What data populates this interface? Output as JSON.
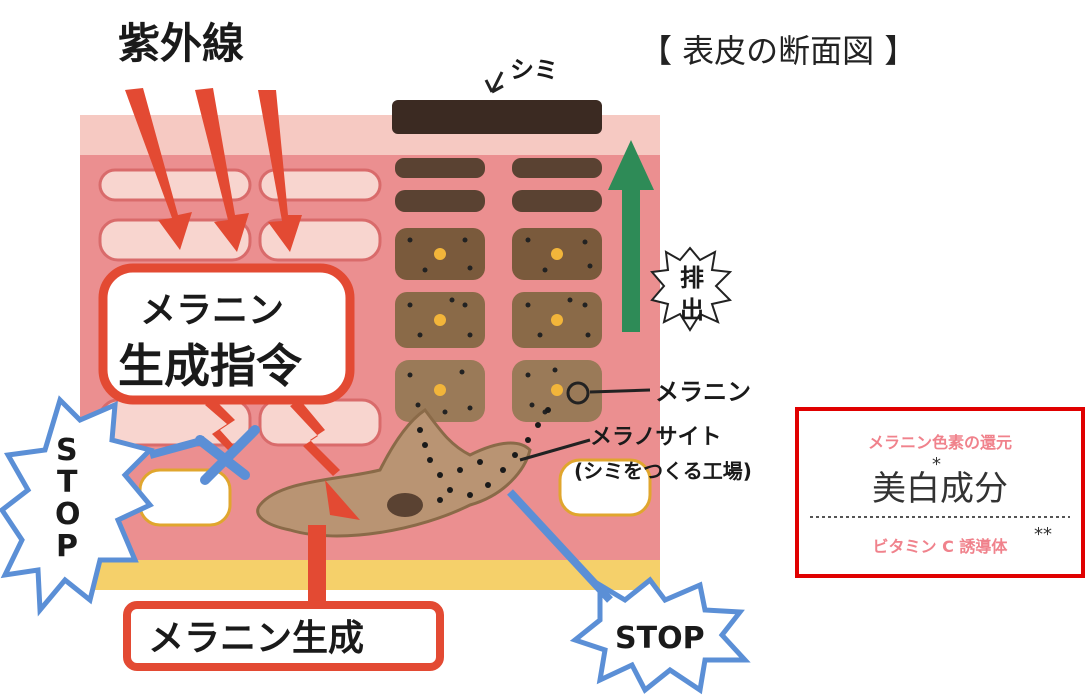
{
  "title": "【 表皮の断面図 】",
  "uv_label": "紫外線",
  "spot_label": "シミ",
  "excretion_label": [
    "排",
    "出"
  ],
  "melanin_label": "メラニン",
  "melanocyte_label": "メラノサイト",
  "melanocyte_note": "(シミをつくる工場)",
  "command_label": [
    "メラニン",
    "生成指令"
  ],
  "production_label": "メラニン生成",
  "stop_left": [
    "S",
    "T",
    "O",
    "P"
  ],
  "stop_right": "STOP",
  "info_box": {
    "top_label": "メラニン色素の還元",
    "main_label": "美白成分",
    "main_mark": "*",
    "bottom_label": "ビタミン C 誘導体",
    "bottom_mark": "**",
    "border_color": "#e00000",
    "accent_color": "#f0828c"
  },
  "colors": {
    "skin": "#eb8f90",
    "skin_light": "#f6c9c2",
    "arrow_red": "#e34a33",
    "arrow_green": "#2e8b57",
    "brown": "#7a5a3c",
    "tan": "#b99473",
    "stop_blue": "#5b8fd6"
  }
}
